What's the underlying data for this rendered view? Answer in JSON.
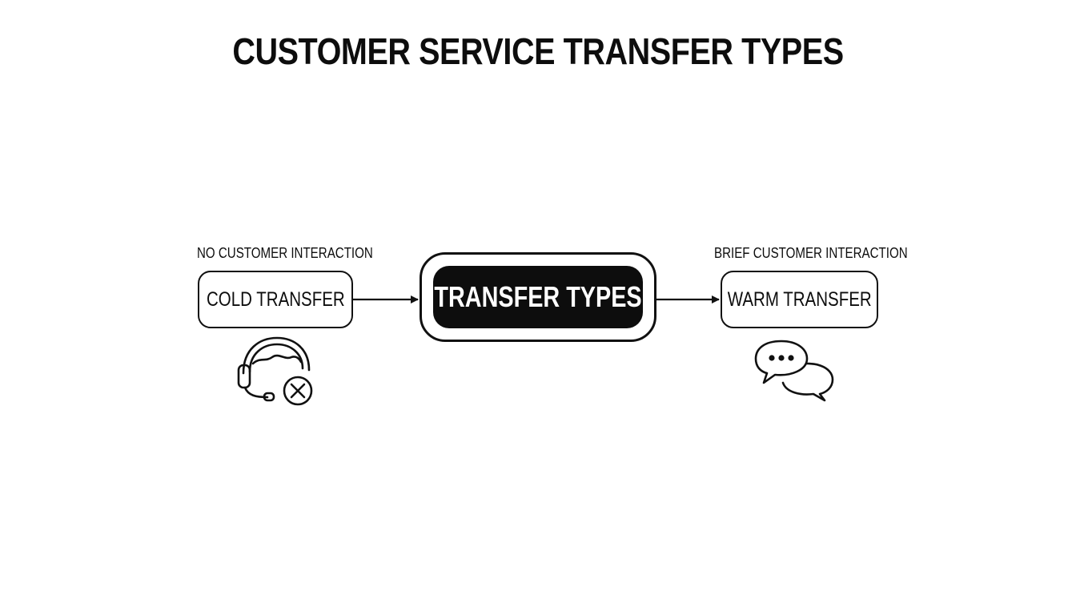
{
  "title": "CUSTOMER SERVICE TRANSFER TYPES",
  "center_node": {
    "label": "TRANSFER TYPES"
  },
  "left_node": {
    "caption": "NO CUSTOMER INTERACTION",
    "label": "COLD TRANSFER",
    "icon": "headset-with-x-icon"
  },
  "right_node": {
    "caption": "BRIEF CUSTOMER INTERACTION",
    "label": "WARM TRANSFER",
    "icon": "chat-bubbles-icon"
  },
  "colors": {
    "ink": "#111111",
    "center_fill": "#0d0d0d",
    "background": "#ffffff"
  }
}
